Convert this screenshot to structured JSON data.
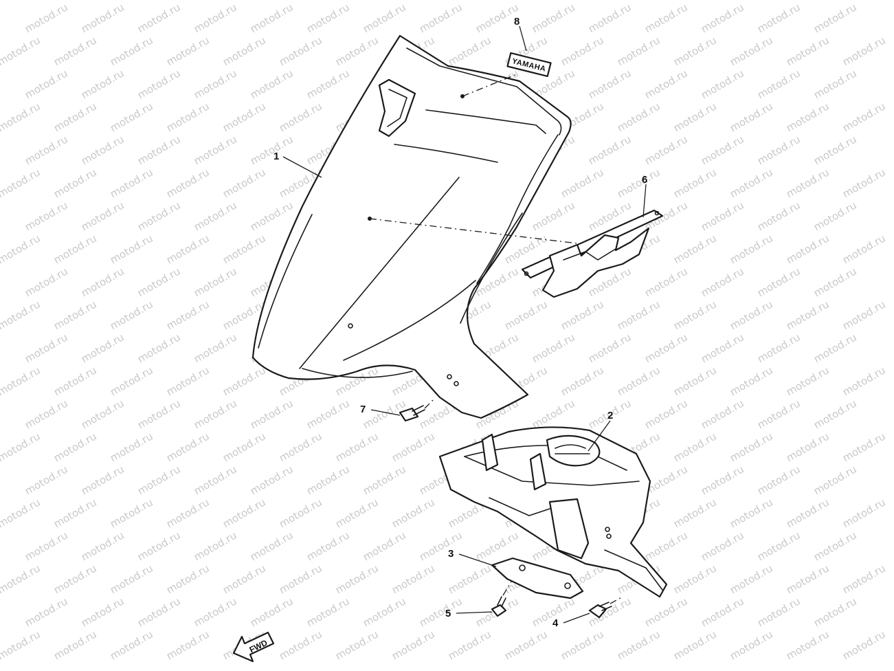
{
  "watermark": "motod.ru",
  "callouts": [
    "1",
    "2",
    "3",
    "4",
    "5",
    "6",
    "7",
    "8"
  ],
  "emblem": "YAMAHA",
  "fwd_label": "FWD"
}
